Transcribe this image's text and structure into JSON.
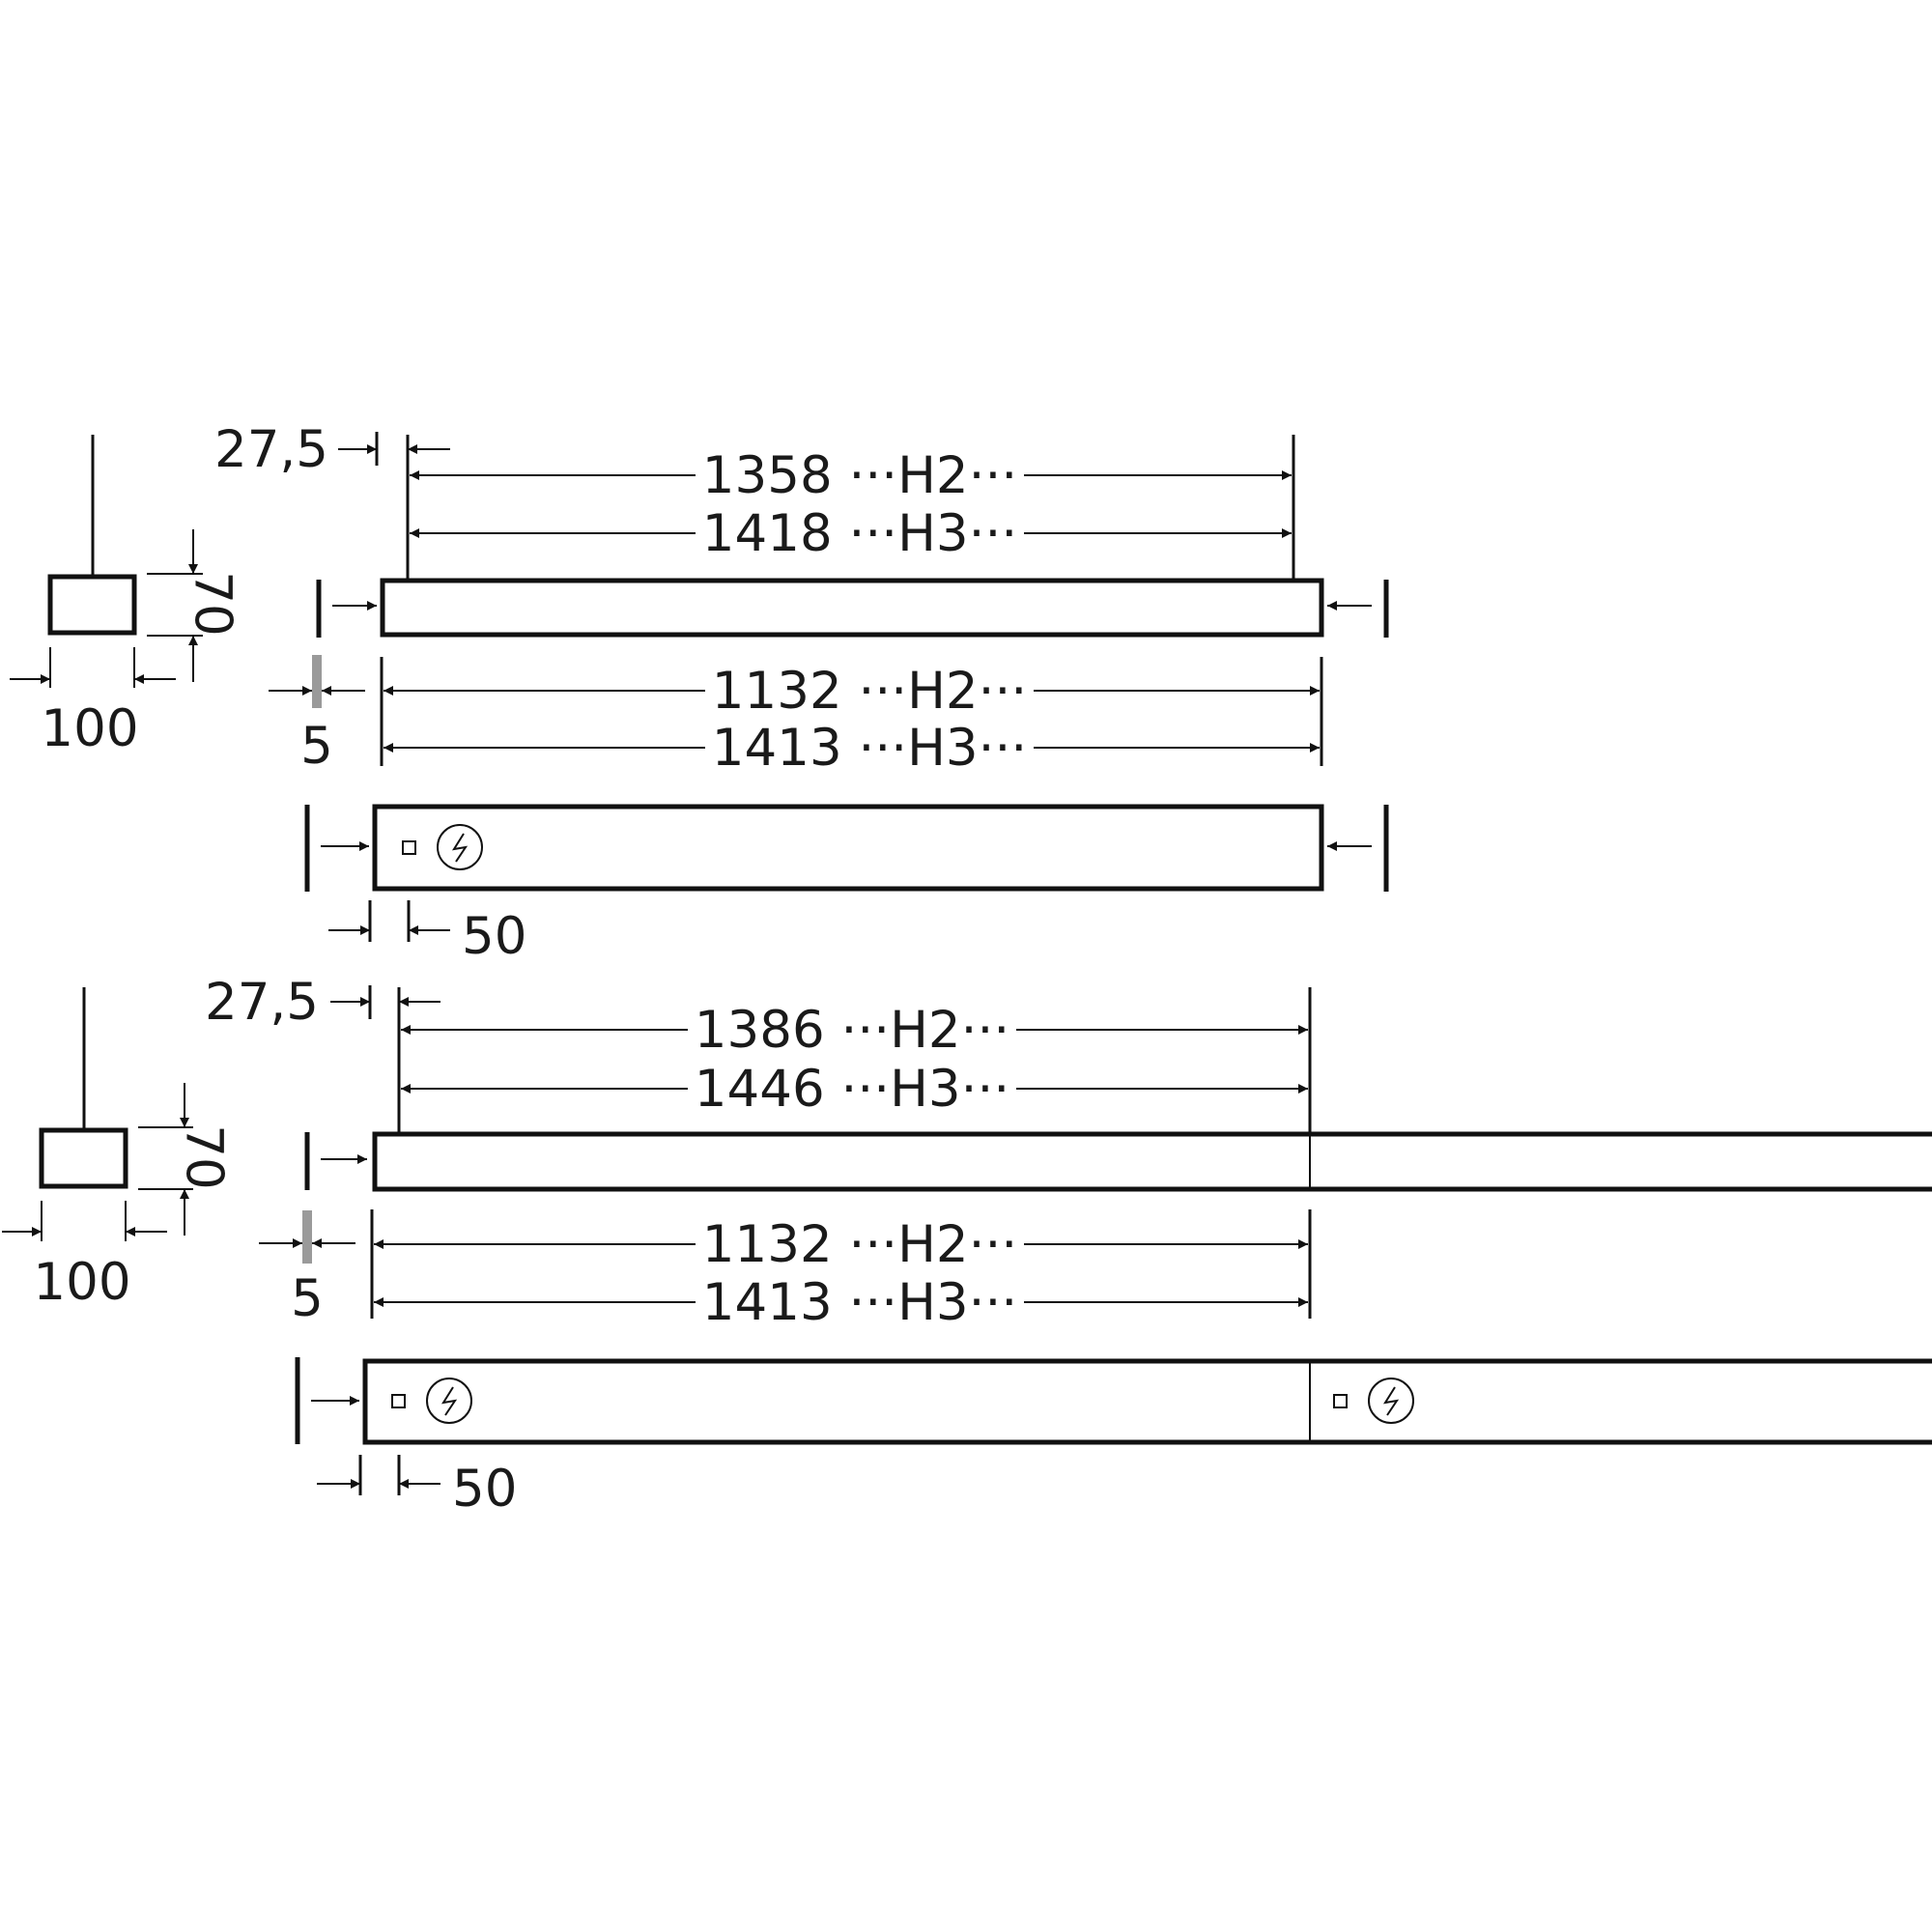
{
  "drawing_single": {
    "offset_top": "27,5",
    "length_h2": "1358 ···H2···",
    "length_h3": "1418 ···H3···",
    "body_h2": "1132 ···H2···",
    "body_h3": "1413 ···H3···",
    "gap": "5",
    "offset_bottom": "50",
    "profile_width": "100",
    "profile_height": "70"
  },
  "drawing_continuous": {
    "offset_top": "27,5",
    "length_h2": "1386 ···H2···",
    "length_h3": "1446 ···H3···",
    "body_h2": "1132 ···H2···",
    "body_h3": "1413 ···H3···",
    "gap": "5",
    "offset_bottom": "50",
    "profile_width": "100",
    "profile_height": "70"
  },
  "icons": [
    "connector-square-icon",
    "power-supply-icon"
  ]
}
